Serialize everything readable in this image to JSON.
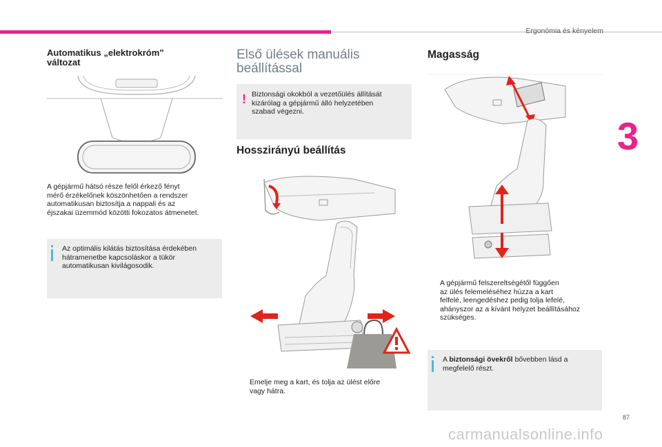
{
  "header": {
    "section_title": "Ergonómia és kényelem"
  },
  "chapter_number": "3",
  "page_number": "87",
  "watermark": "carmanualsonline.info",
  "col1": {
    "title": "Automatikus „elektrokróm” változat",
    "title_line1": "Automatikus „elektrokróm”",
    "title_line2": "változat",
    "body_lines": [
      "A gépjármű hátsó része felől érkező fényt",
      "mérő érzékelőnek köszönhetően a rendszer",
      "automatikusan biztosítja a nappali és az",
      "éjszakai üzemmód közötti fokozatos átmenetet."
    ],
    "info_lines": [
      "Az optimális kilátás biztosítása érdekében",
      "hátramenetbe kapcsoláskor a tükör",
      "automatikusan kivilágosodik."
    ]
  },
  "col2": {
    "title_line1": "Első ülések manuális",
    "title_line2": "beállítással",
    "warning_lines": [
      "Biztonsági okokból a vezetőülés állítását",
      "kizárólag a gépjármű álló helyzetében",
      "szabad végezni."
    ],
    "sub_title": "Hosszirányú beállítás",
    "step_lines": [
      "Emelje meg a kart, és tolja az ülést előre",
      "vagy hátra."
    ]
  },
  "col3": {
    "title": "Magasság",
    "step_lines": [
      "A gépjármű felszereltségétől függően",
      "az ülés felemeléséhez húzza a kart",
      "felfelé, leengedéshez pedig tolja lefelé,",
      "ahányszor az a kívánt helyzet beállításához",
      "szükséges."
    ],
    "info_prefix": "A ",
    "info_bold": "biztonsági övekről",
    "info_rest": " bővebben lásd a",
    "info_line2": "megfelelő részt."
  },
  "symbols": {
    "bullet": "",
    "warning": "!"
  },
  "colors": {
    "accent": "#e8238b",
    "info": "#4fb7d6",
    "note_bg": "#ececec",
    "arrow": "#e2231a"
  }
}
